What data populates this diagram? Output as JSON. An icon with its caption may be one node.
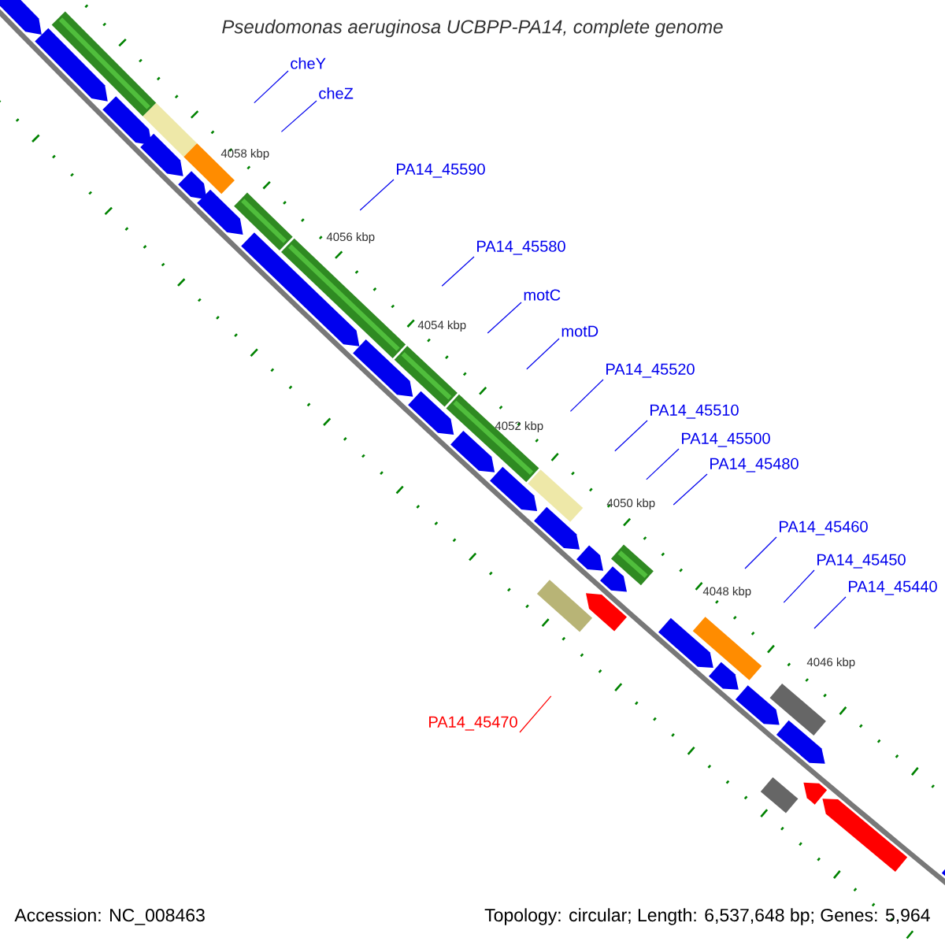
{
  "diagram": {
    "title": "Pseudomonas aeruginosa UCBPP-PA14, complete genome",
    "nodes": [
      {
        "text": [
          "cheY"
        ]
      },
      {
        "text": [
          "cheZ"
        ]
      },
      {
        "text": [
          "PA14_45590"
        ]
      },
      {
        "text": [
          "PA14_45580"
        ]
      },
      {
        "text": [
          "motC"
        ]
      },
      {
        "text": [
          "motD"
        ]
      },
      {
        "text": [
          "PA14_45520"
        ]
      },
      {
        "text": [
          "PA14_45510"
        ]
      },
      {
        "text": [
          "PA14_45500"
        ]
      },
      {
        "text": [
          "PA14_45480"
        ]
      },
      {
        "text": [
          "PA14_45460"
        ]
      },
      {
        "text": [
          "PA14_45450"
        ]
      },
      {
        "text": [
          "PA14_45440"
        ]
      },
      {
        "text": [
          "PA14_45470"
        ]
      }
    ],
    "edges": [
      {
        "from": 0,
        "to": null,
        "arrow": "none"
      },
      {
        "from": 1,
        "to": null,
        "arrow": "none"
      },
      {
        "from": 2,
        "to": null,
        "arrow": "none"
      },
      {
        "from": 3,
        "to": null,
        "arrow": "none"
      },
      {
        "from": 4,
        "to": null,
        "arrow": "none"
      },
      {
        "from": 5,
        "to": null,
        "arrow": "none"
      },
      {
        "from": 6,
        "to": null,
        "arrow": "none"
      },
      {
        "from": 7,
        "to": null,
        "arrow": "none"
      },
      {
        "from": 8,
        "to": null,
        "arrow": "none"
      },
      {
        "from": 9,
        "to": null,
        "arrow": "none"
      },
      {
        "from": 10,
        "to": null,
        "arrow": "none"
      },
      {
        "from": 11,
        "to": null,
        "arrow": "none"
      },
      {
        "from": 12,
        "to": null,
        "arrow": "none"
      },
      {
        "from": 13,
        "to": null,
        "arrow": "none",
        "color": "#ff0000"
      }
    ],
    "labels": [
      "4058 kbp",
      "4056 kbp",
      "4054 kbp",
      "4052 kbp",
      "4050 kbp",
      "4048 kbp",
      "4046 kbp",
      "Accession: NC_008463",
      "Topology: circular; Length: 6,537,648 bp; Genes: 5,964"
    ]
  }
}
